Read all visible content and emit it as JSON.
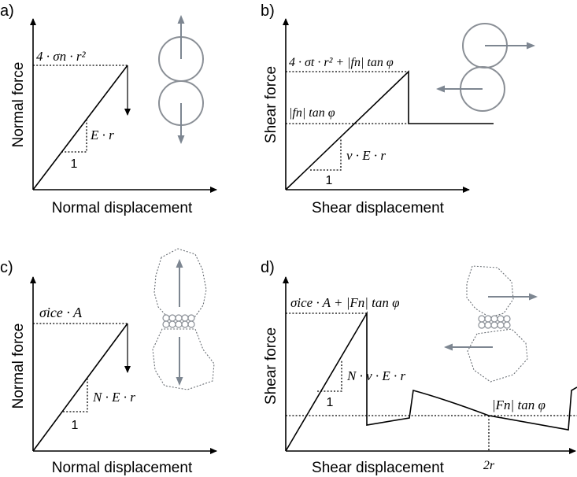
{
  "panels": {
    "a": {
      "letter": "a)",
      "ylabel": "Normal force",
      "xlabel": "Normal displacement",
      "peak_label": "4 · σn · r²",
      "slope_label": "E · r",
      "run_label": "1"
    },
    "b": {
      "letter": "b)",
      "ylabel": "Shear force",
      "xlabel": "Shear displacement",
      "peak_label": "4 · σt · r² + |fn| tan φ",
      "residual_label": "|fn| tan φ",
      "slope_label": "ν · E · r",
      "run_label": "1"
    },
    "c": {
      "letter": "c)",
      "ylabel": "Normal force",
      "xlabel": "Normal displacement",
      "peak_label": "σice · A",
      "slope_label": "N · E · r",
      "run_label": "1"
    },
    "d": {
      "letter": "d)",
      "ylabel": "Shear force",
      "xlabel": "Shear displacement",
      "peak_label": "σice · A + |Fn| tan φ",
      "residual_label": "|Fn| tan φ",
      "slope_label": "N · ν · E · r",
      "run_label": "1",
      "period_label": "2r"
    }
  },
  "colors": {
    "line": "#000000",
    "particle": "#8a8f96",
    "force_arrow": "#7d8691"
  }
}
